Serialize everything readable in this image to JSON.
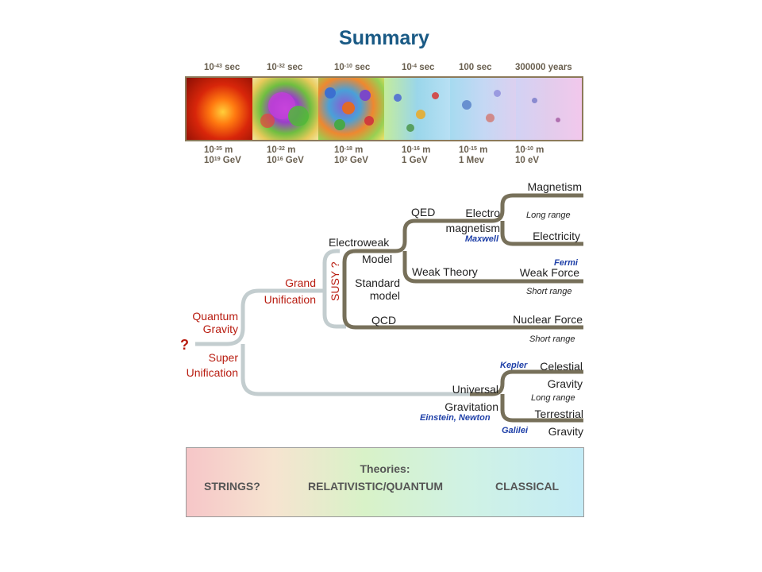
{
  "title": "Summary",
  "timeline": [
    {
      "time_base": "10",
      "time_exp": "-43",
      "time_unit": "sec",
      "size_base": "10",
      "size_exp": "-35",
      "size_unit": "m",
      "energy_base": "10",
      "energy_exp": "19",
      "energy_unit": "GeV"
    },
    {
      "time_base": "10",
      "time_exp": "-32",
      "time_unit": "sec",
      "size_base": "10",
      "size_exp": "-32",
      "size_unit": "m",
      "energy_base": "10",
      "energy_exp": "16",
      "energy_unit": "GeV"
    },
    {
      "time_base": "10",
      "time_exp": "-10",
      "time_unit": "sec",
      "size_base": "10",
      "size_exp": "-18",
      "size_unit": "m",
      "energy_base": "10",
      "energy_exp": "2",
      "energy_unit": "GeV"
    },
    {
      "time_base": "10",
      "time_exp": "-4",
      "time_unit": "sec",
      "size_base": "10",
      "size_exp": "-16",
      "size_unit": "m",
      "energy_base": "1",
      "energy_exp": "",
      "energy_unit": "GeV"
    },
    {
      "time_base": "100",
      "time_exp": "",
      "time_unit": "sec",
      "size_base": "10",
      "size_exp": "-15",
      "size_unit": "m",
      "energy_base": "1",
      "energy_exp": "",
      "energy_unit": "Mev"
    },
    {
      "time_base": "300000",
      "time_exp": "",
      "time_unit": "years",
      "size_base": "10",
      "size_exp": "-10",
      "size_unit": "m",
      "energy_base": "10",
      "energy_exp": "",
      "energy_unit": "eV"
    }
  ],
  "tree": {
    "question_mark": "?",
    "quantum": [
      "Quantum",
      "Gravity"
    ],
    "super": [
      "Super",
      "Unification"
    ],
    "grand": [
      "Grand",
      "Unification"
    ],
    "susy": "SUSY ?",
    "electroweak": "Electroweak",
    "model": "Model",
    "standard_model": [
      "Standard",
      "model"
    ],
    "qcd": "QCD",
    "qed": "QED",
    "electro_magnetism": [
      "Electro",
      "magnetism"
    ],
    "maxwell": "Maxwell",
    "weak_theory": "Weak Theory",
    "magnetism": "Magnetism",
    "long_range_1": "Long range",
    "electricity": "Electricity",
    "fermi": "Fermi",
    "weak_force": "Weak Force",
    "short_range_1": "Short range",
    "nuclear_force": "Nuclear Force",
    "short_range_2": "Short range",
    "kepler": "Kepler",
    "celestial_gravity": [
      "Celestial",
      "Gravity"
    ],
    "long_range_2": "Long range",
    "universal_gravitation": [
      "Universal",
      "Gravitation"
    ],
    "einstein_newton": "Einstein, Newton",
    "terrestrial_gravity": [
      "Terrestrial",
      "Gravity"
    ],
    "galilei": "Galilei"
  },
  "theories": {
    "heading": "Theories:",
    "strings": "STRINGS?",
    "relativistic": "RELATIVISTIC/QUANTUM",
    "classical": "CLASSICAL"
  },
  "colors": {
    "title": "#1a5a85",
    "red_label": "#b81c10",
    "blue_label": "#1f40a8",
    "light_branch": "#c3cdcf",
    "dark_branch": "#77705a"
  }
}
